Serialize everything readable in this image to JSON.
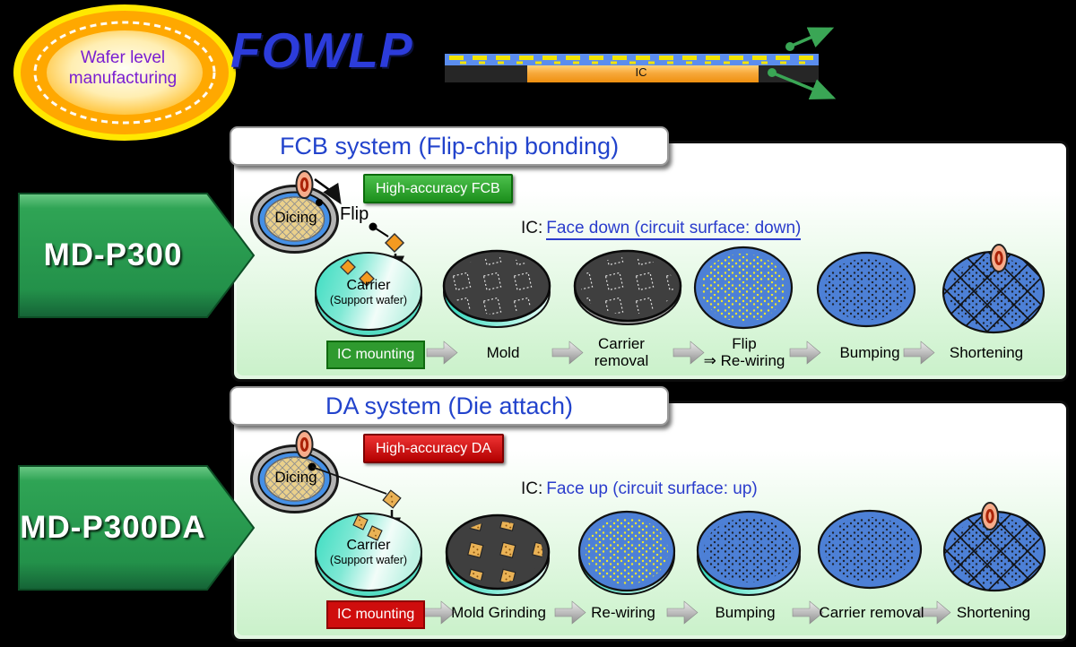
{
  "colors": {
    "title_blue": "#2243cc",
    "logo_blue": "#2c3cdb",
    "badge_text_purple": "#7a1ed2",
    "accuracy_green": "#1c8f1c",
    "accuracy_red": "#b30000",
    "banner_green": "#2aa052",
    "panel_green": "#c9f1c9",
    "wafer_blue": "#4d80d6",
    "mold_gray": "#3f3f3f",
    "carrier_teal": "#38dcc0",
    "ic_orange": "#f2a93c",
    "callout_arrow_green": "#3aa655"
  },
  "header": {
    "badge_line1": "Wafer level",
    "badge_line2": "manufacturing",
    "logo": "FOWLP",
    "cross_section_ic_label": "IC"
  },
  "products": {
    "fcb": "MD-P300",
    "da": "MD-P300DA"
  },
  "fcb": {
    "title": "FCB system (Flip-chip bonding)",
    "accuracy_badge": "High-accuracy FCB",
    "dicing_label": "Dicing",
    "flip_label": "Flip",
    "ic_prefix": "IC:",
    "ic_orientation": "Face down (circuit surface: down)",
    "carrier_label": "Carrier",
    "carrier_sublabel": "(Support wafer)",
    "mount_badge": "IC mounting",
    "steps": [
      {
        "l1": "Mold",
        "l2": ""
      },
      {
        "l1": "Carrier",
        "l2": "removal"
      },
      {
        "l1": "Flip",
        "l2": "⇒ Re-wiring"
      },
      {
        "l1": "Bumping",
        "l2": ""
      },
      {
        "l1": "Shortening",
        "l2": ""
      }
    ]
  },
  "da": {
    "title": "DA system (Die attach)",
    "accuracy_badge": "High-accuracy DA",
    "dicing_label": "Dicing",
    "ic_prefix": "IC:",
    "ic_orientation": "Face up (circuit surface: up)",
    "carrier_label": "Carrier",
    "carrier_sublabel": "(Support wafer)",
    "mount_badge": "IC mounting",
    "steps": [
      {
        "l1": "Mold Grinding",
        "l2": ""
      },
      {
        "l1": "Re-wiring",
        "l2": ""
      },
      {
        "l1": "Bumping",
        "l2": ""
      },
      {
        "l1": "Carrier removal",
        "l2": ""
      },
      {
        "l1": "Shortening",
        "l2": ""
      }
    ]
  }
}
